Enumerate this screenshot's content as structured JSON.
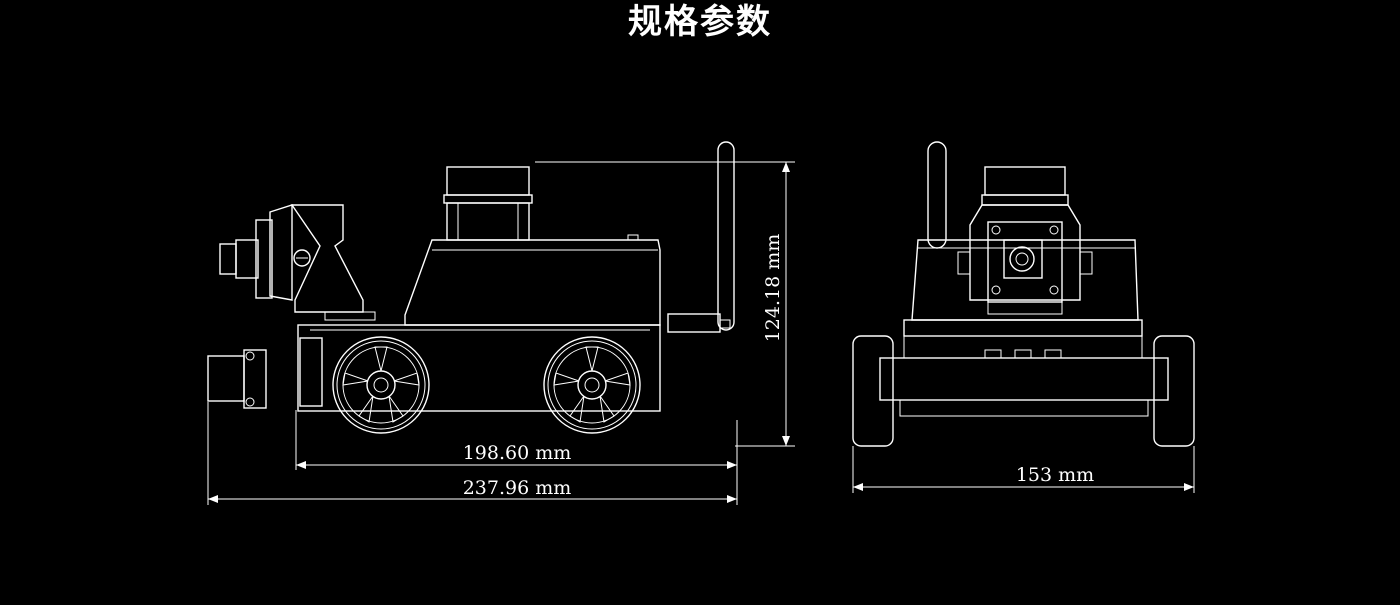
{
  "title": "规格参数",
  "dimensions": {
    "wheelbase_length": "198.60 mm",
    "overall_length": "237.96 mm",
    "height": "124.18 mm",
    "width": "153 mm"
  },
  "colors": {
    "background": "#000000",
    "line": "#ffffff"
  }
}
